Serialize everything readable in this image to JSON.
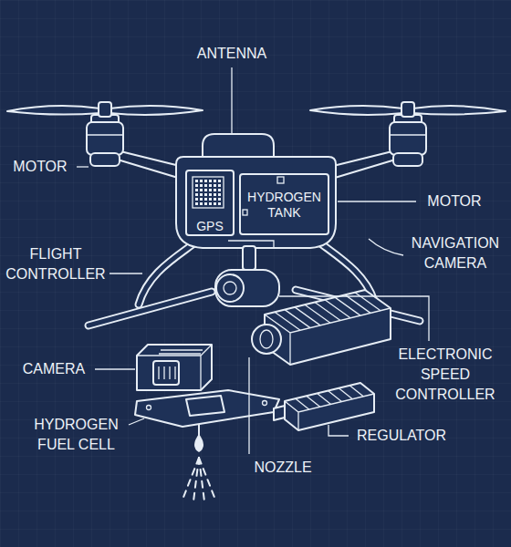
{
  "diagram": {
    "nodes": [
      {
        "text": [
          "GPS"
        ]
      },
      {
        "text": [
          "HYDROGEN TANK"
        ]
      }
    ],
    "labels": [
      "ANTENNA",
      "MOTOR",
      "FLIGHT CONTROLLER",
      "MOTOR",
      "NAVIGATION CAMERA",
      "CAMERA",
      "ELECTRONIC SPEED CONTROLLER",
      "HYDROGEN FUEL CELL",
      "NOZZLE",
      "REGULATOR"
    ]
  }
}
